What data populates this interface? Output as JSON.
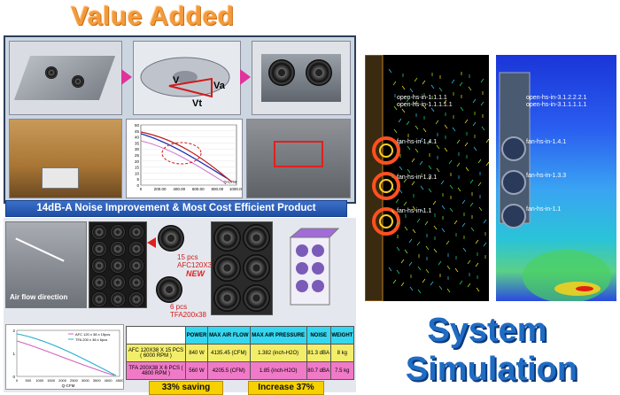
{
  "header": {
    "title": "Value Added"
  },
  "banner": {
    "text": "14dB-A Noise Improvement & Most Cost Efficient Product"
  },
  "vector_labels": {
    "v": "V",
    "va": "Va",
    "vt": "Vt"
  },
  "noise_chart": {
    "xlabel": "Q-CFM",
    "x_ticks": [
      "0",
      "200.00",
      "400.00",
      "600.00",
      "800.00",
      "1000.00"
    ],
    "y_ticks": [
      "0",
      "5",
      "10",
      "15",
      "20",
      "25",
      "30",
      "35",
      "40",
      "45",
      "50"
    ]
  },
  "fan_section": {
    "airflow_label": "Air flow direction",
    "afc_label": "15 pcs\nAFC120X38",
    "tfa_label": "6 pcs\nTFA200x38",
    "new_label": "NEW"
  },
  "pq_chart": {
    "xlabel": "Q-CFM",
    "x_ticks": [
      "0",
      "500",
      "1000",
      "1500",
      "2000",
      "2500",
      "3000",
      "3500",
      "4000",
      "4500"
    ],
    "y_ticks": [
      "0",
      "1",
      "2"
    ],
    "legend": [
      "AFC 120 x 38 x 15pcs",
      "TFA 200 x 38 x 6pcs"
    ]
  },
  "spec_table": {
    "headers": [
      "",
      "POWER",
      "MAX AIR FLOW",
      "MAX AIR PRESSURE",
      "NOISE",
      "WEIGHT"
    ],
    "rows": [
      [
        "AFC 120X38 X 15 PCS ( 6000 RPM )",
        "840 W",
        "4135.45 (CFM)",
        "1.382 (inch-H2O)",
        "81.3 dBA",
        "8 kg"
      ],
      [
        "TFA 200X38 X 6 PCS ( 4800 RPM )",
        "560 W",
        "4205.5 (CFM)",
        "1.85 (inch-H2O)",
        "80.7 dBA",
        "7.5 kg"
      ]
    ]
  },
  "badges": {
    "saving": "33% saving",
    "increase": "Increase 37%"
  },
  "simulation": {
    "title_line1": "System",
    "title_line2": "Simulation",
    "left_labels": [
      "open-hs-in-1.1.1.1",
      "open-hs-in-1.1.1.1.1",
      "fan-hs-in-1.4.1",
      "fan-hs-in-1.3.1",
      "fan-hs-in-1.1"
    ],
    "right_labels": [
      "open-hs-in-3.1.2.2.2.1",
      "open-hs-in-3.1.1.1.1.1",
      "fan-hs-in-1.4.1",
      "fan-hs-in-1.3.3",
      "fan-hs-in-1.1"
    ]
  },
  "colors": {
    "title_orange": "#f39a3c",
    "banner_blue": "#2a5db8",
    "arrow_pink": "#e0339c",
    "sim_blue": "#1f6cc4",
    "badge_yellow": "#f7d000",
    "row1_yellow": "#f3ee6a",
    "row2_pink": "#f07ac8",
    "header_cyan": "#35d7f0"
  }
}
